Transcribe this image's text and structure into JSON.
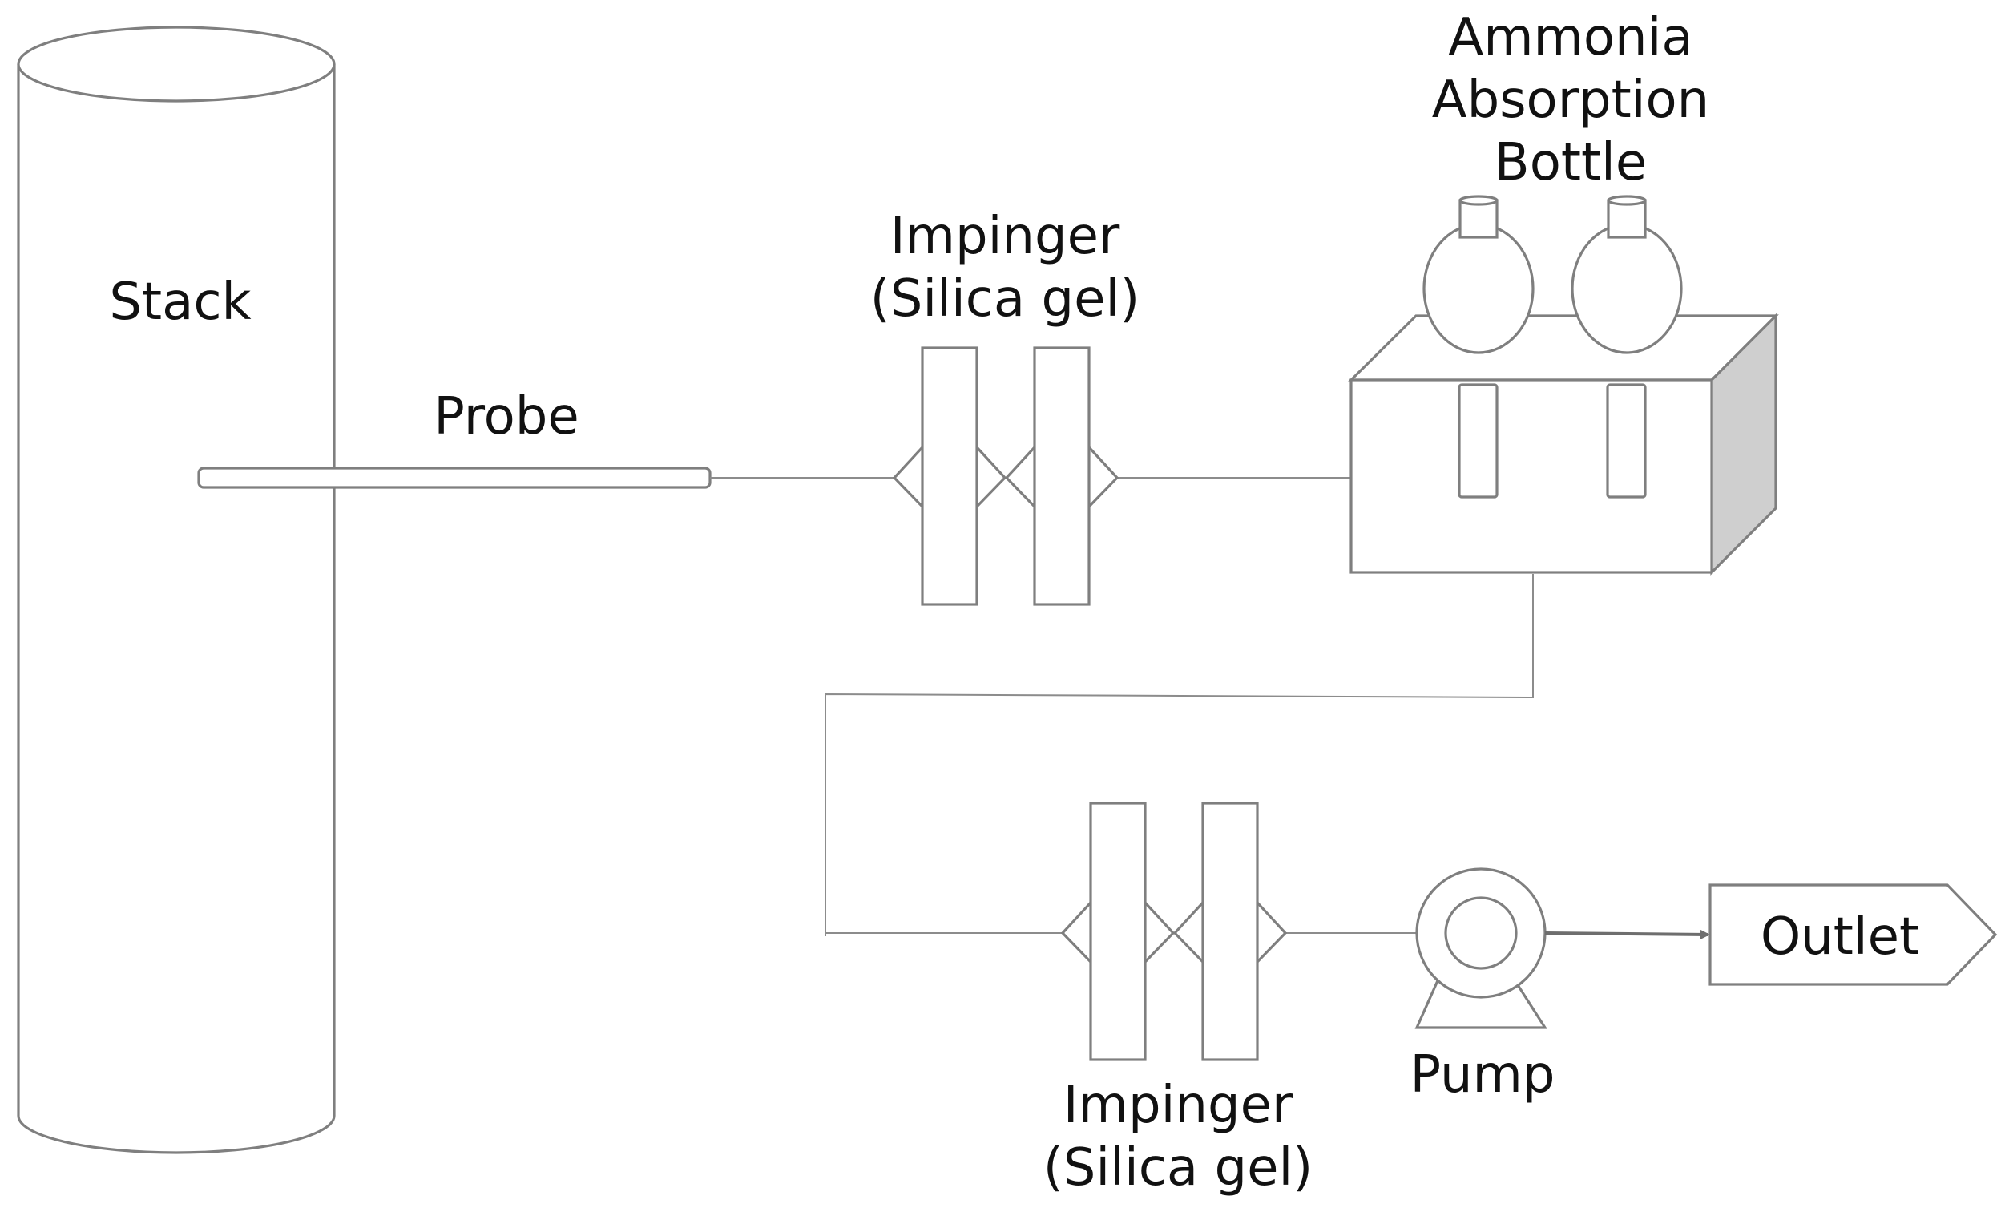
{
  "labels": {
    "stack": "Stack",
    "probe": "Probe",
    "impinger_top_line1": "Impinger",
    "impinger_top_line2": "(Silica gel)",
    "ammonia_line1": "Ammonia",
    "ammonia_line2": "Absorption",
    "ammonia_line3": "Bottle",
    "impinger_bottom_line1": "Impinger",
    "impinger_bottom_line2": "(Silica gel)",
    "pump": "Pump",
    "outlet": "Outlet"
  },
  "colors": {
    "stroke": "#7f7f7f",
    "box_side_fill": "#cfcfcf",
    "arrow": "#6e6e6e"
  }
}
